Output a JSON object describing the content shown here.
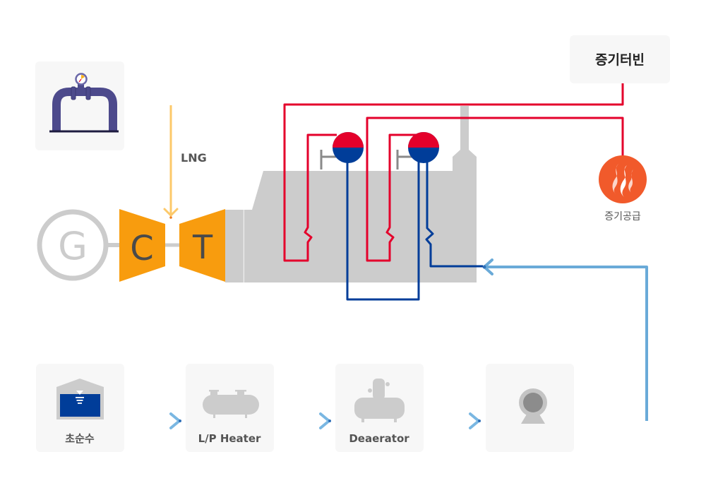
{
  "title": "Combined cycle power plant flow diagram",
  "labels": {
    "fuel": "LNG",
    "generator": "G",
    "compressor": "C",
    "turbine": "T",
    "steam_turbine": "증기터빈",
    "steam_supply": "증기공급"
  },
  "water_train": [
    {
      "id": "ultrapure-water",
      "label": "초순수",
      "icon": "water-tank-icon"
    },
    {
      "id": "lp-heater",
      "label": "L/P Heater",
      "icon": "heater-tank-icon"
    },
    {
      "id": "deaerator",
      "label": "Deaerator",
      "icon": "deaerator-icon"
    },
    {
      "id": "pump",
      "label": "",
      "icon": "pump-icon"
    }
  ],
  "colors": {
    "steam": "#e4002b",
    "water": "#003d99",
    "feedwater_arrow": "#6aaad8",
    "fuel_line": "#fcc96a",
    "gas_turbine": "#f89c0e",
    "hrsg": "#cccccc",
    "generator": "#cccccc",
    "flame": "#f15a2b",
    "pipe_icon": "#4d4a8c",
    "card_bg": "#f7f7f7"
  }
}
